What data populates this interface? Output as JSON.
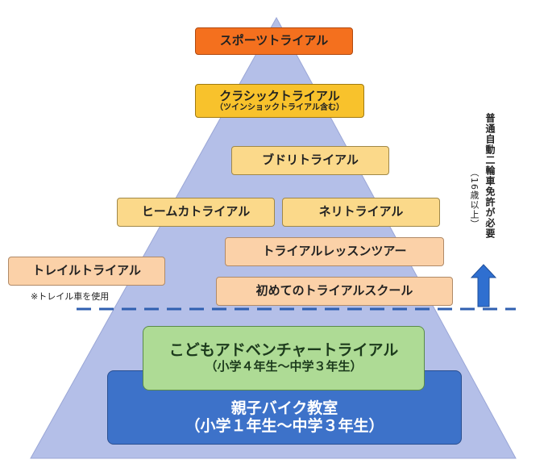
{
  "levels": {
    "sport": "スポーツトライアル",
    "classic": "クラシックトライアル",
    "classic_sub": "（ツインショックトライアル含む）",
    "budori": "ブドリトライアル",
    "heemuka": "ヒームカトライアル",
    "neri": "ネリトライアル",
    "lesson_tour": "トライアルレッスンツアー",
    "trail": "トレイルトライアル",
    "trail_note": "※トレイル車を使用",
    "first_school": "初めてのトライアルスクール",
    "kids_adventure": "こどもアドベンチャートライアル",
    "kids_adventure_sub": "（小学４年生～中学３年生）",
    "parent_child": "親子バイク教室",
    "parent_child_sub": "（小学１年生～中学３年生）"
  },
  "license_note": {
    "line1": "普通自動二輪車免許が必要",
    "line2": "（16歳以上）"
  },
  "colors": {
    "pyramid": "#b4bfe8",
    "dashed_line": "#2f5fb0",
    "arrow": "#2f6fd0"
  }
}
